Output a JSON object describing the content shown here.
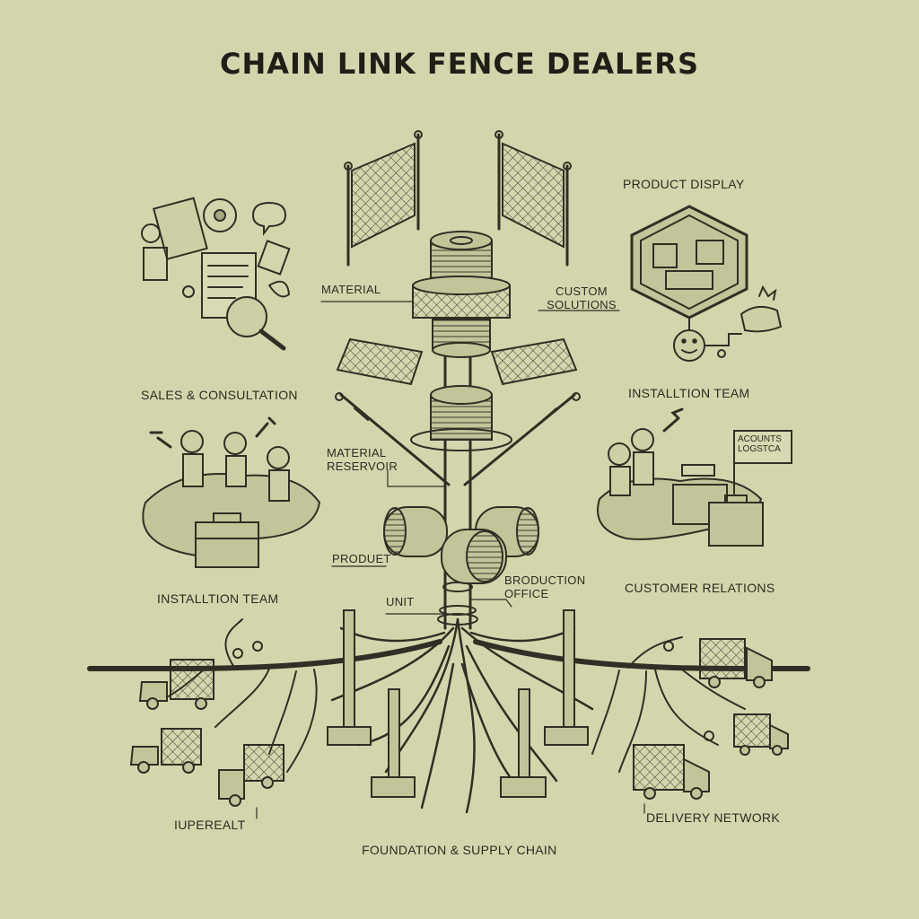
{
  "title": "CHAIN LINK FENCE DEALERS",
  "labels": {
    "product_display": "PRODUCT DISPLAY",
    "material": "MATERIAL",
    "custom_solutions": "CUSTOM SOLUTIONS",
    "sales_consultation": "SALES & CONSULTATION",
    "installtion_team_right": "INSTALLTION TEAM",
    "material_reservoir": "MATERIAL RESERVOIR",
    "produet": "PRODUET",
    "installtion_team_left": "INSTALLTION TEAM",
    "customer_relations": "CUSTOMER RELATIONS",
    "broduction_office": "BRODUCTION OFFICE",
    "unit": "UNIT",
    "iupereat": "IUPEREALT",
    "delivery_network": "DELIVERY NETWORK",
    "foundation_supply_chain": "FOUNDATION & SUPPLY CHAIN"
  },
  "sign_text": "ACOUNTS LOGSTCA",
  "colors": {
    "background": "#d5d5ad",
    "ink": "#2b2b22",
    "fill_light": "#c4c49a",
    "fill_dark": "#a9a980"
  }
}
